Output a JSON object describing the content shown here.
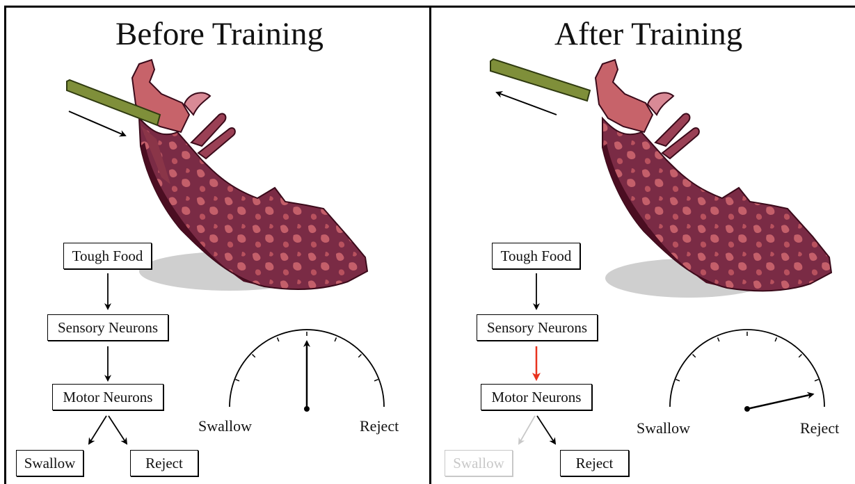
{
  "left": {
    "title": "Before Training",
    "flow": {
      "food": "Tough Food",
      "sensory": "Sensory Neurons",
      "motor": "Motor Neurons",
      "swallow": "Swallow",
      "reject": "Reject"
    },
    "gauge": {
      "left_label": "Swallow",
      "right_label": "Reject",
      "needle_level": 0.5
    }
  },
  "right": {
    "title": "After Training",
    "flow": {
      "food": "Tough Food",
      "sensory": "Sensory Neurons",
      "motor": "Motor Neurons",
      "swallow": "Swallow",
      "reject": "Reject"
    },
    "gauge": {
      "left_label": "Swallow",
      "right_label": "Reject",
      "needle_level": 0.93
    }
  },
  "colors": {
    "body_light": "#c7636a",
    "body_dark": "#4b0e22",
    "seaweed": "#7f8f3a",
    "shadow": "#cfcfcf",
    "highlight_arrow": "#e8321e",
    "dimmed": "#c8c8c8"
  }
}
